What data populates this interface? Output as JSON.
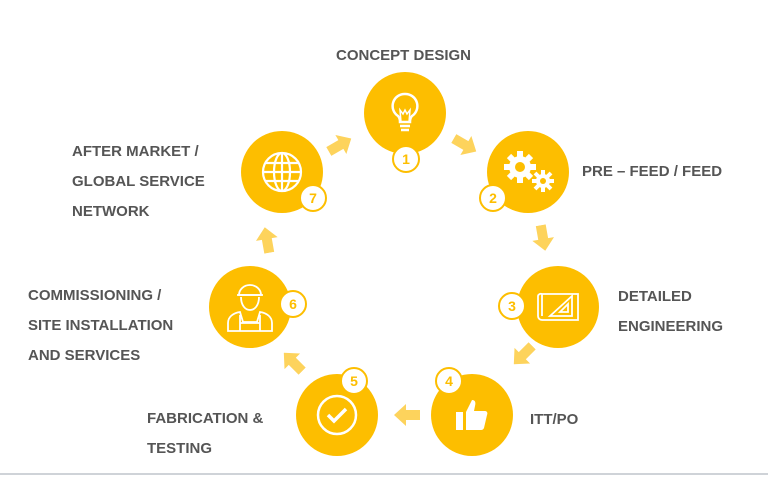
{
  "steps": [
    {
      "number": "1",
      "lines": [
        "CONCEPT DESIGN"
      ],
      "icon": "lightbulb-icon"
    },
    {
      "number": "2",
      "lines": [
        "PRE – FEED / FEED"
      ],
      "icon": "gears-icon"
    },
    {
      "number": "3",
      "lines": [
        "DETAILED",
        "ENGINEERING"
      ],
      "icon": "blueprint-icon"
    },
    {
      "number": "4",
      "lines": [
        "ITT/PO"
      ],
      "icon": "thumbs-up-icon"
    },
    {
      "number": "5",
      "lines": [
        "FABRICATION &",
        "TESTING"
      ],
      "icon": "check-circle-icon"
    },
    {
      "number": "6",
      "lines": [
        "COMMISSIONING /",
        "SITE INSTALLATION",
        "AND SERVICES"
      ],
      "icon": "worker-icon"
    },
    {
      "number": "7",
      "lines": [
        "AFTER MARKET /",
        "GLOBAL SERVICE",
        "NETWORK"
      ],
      "icon": "globe-icon"
    }
  ],
  "colors": {
    "circle": "#fdbe00",
    "arrow": "#fdd35c",
    "text": "#555555"
  }
}
